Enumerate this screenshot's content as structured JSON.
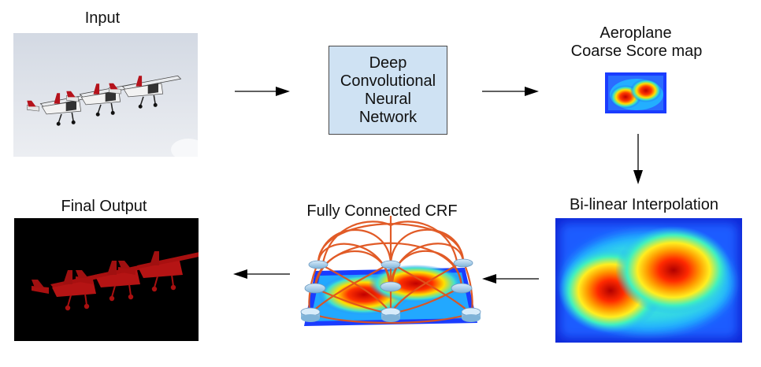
{
  "input": {
    "title": "Input"
  },
  "network": {
    "lines": [
      "Deep",
      "Convolutional",
      "Neural",
      "Network"
    ]
  },
  "coarse_map": {
    "title_line1": "Aeroplane",
    "title_line2": "Coarse Score map"
  },
  "interpolation": {
    "title": "Bi-linear Interpolation"
  },
  "crf": {
    "title": "Fully Connected CRF"
  },
  "output": {
    "title": "Final Output"
  },
  "colors": {
    "sky": "#dfe3ea",
    "heat_low": "#1a3cff",
    "heat_high": "#c00000",
    "box_fill": "#cfe2f3",
    "crf_edges": "#e0531c",
    "output_red": "#b01010"
  }
}
